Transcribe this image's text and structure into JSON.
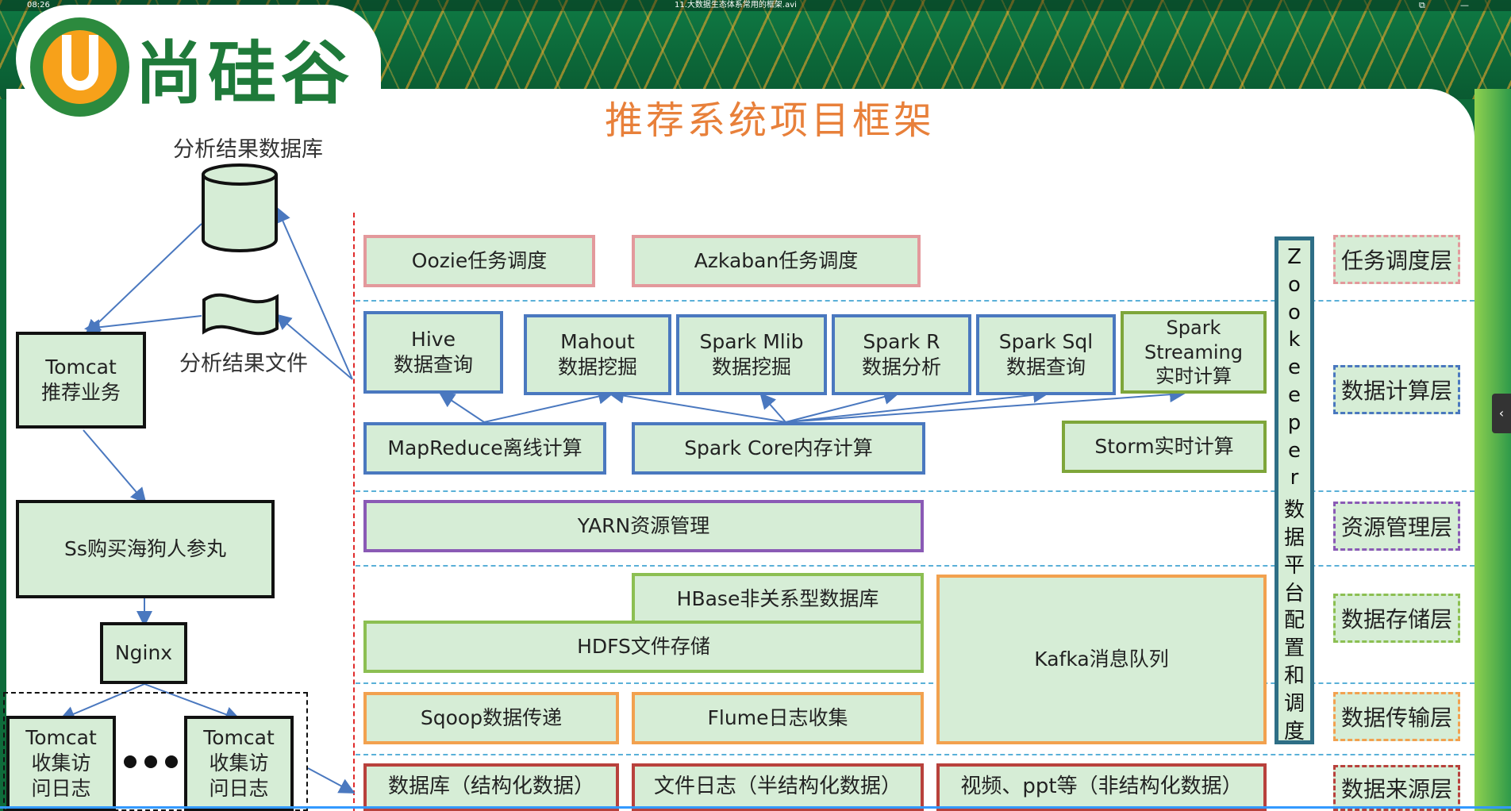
{
  "window": {
    "time": "08:26",
    "filename": "11.大数据生态体系常用的框架.avi"
  },
  "brand": {
    "logo_text": "尚硅谷"
  },
  "title": "推荐系统项目框架",
  "left": {
    "db_label": "分析结果数据库",
    "file_label": "分析结果文件",
    "tomcat_business": "Tomcat\n推荐业务",
    "ss_box": "Ss购买海狗人参丸",
    "nginx": "Nginx",
    "tomcat_log_1": "Tomcat\n收集访\n问日志",
    "tomcat_log_2": "Tomcat\n收集访\n问日志"
  },
  "scheduling": {
    "oozie": "Oozie任务调度",
    "azkaban": "Azkaban任务调度"
  },
  "compute": {
    "hive": "Hive\n数据查询",
    "mahout": "Mahout\n数据挖掘",
    "spark_mlib": "Spark Mlib\n数据挖掘",
    "spark_r": "Spark R\n数据分析",
    "spark_sql": "Spark Sql\n数据查询",
    "spark_streaming": "Spark\nStreaming\n实时计算",
    "mapreduce": "MapReduce离线计算",
    "spark_core": "Spark Core内存计算",
    "storm": "Storm实时计算"
  },
  "resource": {
    "yarn": "YARN资源管理"
  },
  "storage": {
    "hbase": "HBase非关系型数据库",
    "hdfs": "HDFS文件存储",
    "kafka": "Kafka消息队列"
  },
  "transfer": {
    "sqoop": "Sqoop数据传递",
    "flume": "Flume日志收集"
  },
  "sources": {
    "db": "数据库（结构化数据）",
    "file_log": "文件日志（半结构化数据）",
    "video": "视频、ppt等（非结构化数据）"
  },
  "zookeeper": {
    "chars": [
      "Z",
      "o",
      "o",
      "k",
      "e",
      "e",
      "p",
      "e",
      "r",
      "数",
      "据",
      "平",
      "台",
      "配",
      "置",
      "和",
      "调",
      "度"
    ]
  },
  "layers": {
    "scheduling": "任务调度层",
    "compute": "数据计算层",
    "resource": "资源管理层",
    "storage": "数据存储层",
    "transfer": "数据传输层",
    "source": "数据来源层"
  },
  "colors": {
    "box_fill": "#d6edd6",
    "title": "#e8803a",
    "red": "#e3999c",
    "blue": "#4a78bf",
    "olive": "#7ea63a",
    "purple": "#8a5ab5",
    "orange": "#f2a14f",
    "dark_red": "#b8413c",
    "zookeeper": "#2e6e86",
    "arrow": "#4a78bf"
  },
  "icons": {
    "database": "cylinder-database-icon",
    "file": "wavy-file-icon",
    "ellipsis": "ellipsis-dots-icon"
  }
}
